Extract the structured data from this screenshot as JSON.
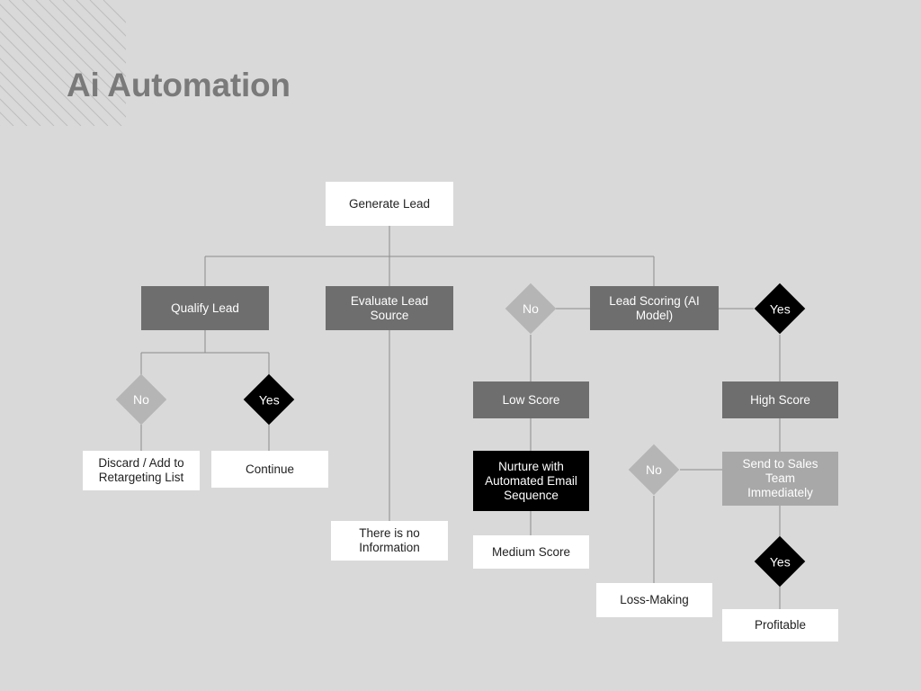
{
  "page": {
    "title": "Ai Automation",
    "background_color": "#d9d9d9",
    "title_color": "#7a7a7a"
  },
  "palette": {
    "box_white_bg": "#ffffff",
    "box_gray_bg": "#6e6e6e",
    "box_gray_light_bg": "#a8a8a8",
    "box_black_bg": "#000000",
    "diamond_light_bg": "#b5b5b5",
    "diamond_black_bg": "#000000",
    "edge_color": "#8c8c8c",
    "text_dark": "#222222",
    "text_light": "#ffffff"
  },
  "flow": {
    "nodes": {
      "generate_lead": "Generate Lead",
      "qualify_lead": "Qualify Lead",
      "evaluate_lead_source": "Evaluate Lead\nSource",
      "lead_scoring": "Lead Scoring (AI\nModel)",
      "qualify_no": "No",
      "qualify_yes": "Yes",
      "scoring_no": "No",
      "scoring_yes": "Yes",
      "discard": "Discard / Add to\nRetargeting List",
      "continue": "Continue",
      "low_score": "Low Score",
      "high_score": "High Score",
      "nurture": "Nurture with\nAutomated Email\nSequence",
      "medium_score": "Medium Score",
      "send_to_sales": "Send to Sales\nTeam\nImmediately",
      "no_information": "There is no\nInformation",
      "profit_no": "No",
      "profit_yes": "Yes",
      "loss_making": "Loss-Making",
      "profitable": "Profitable"
    }
  }
}
